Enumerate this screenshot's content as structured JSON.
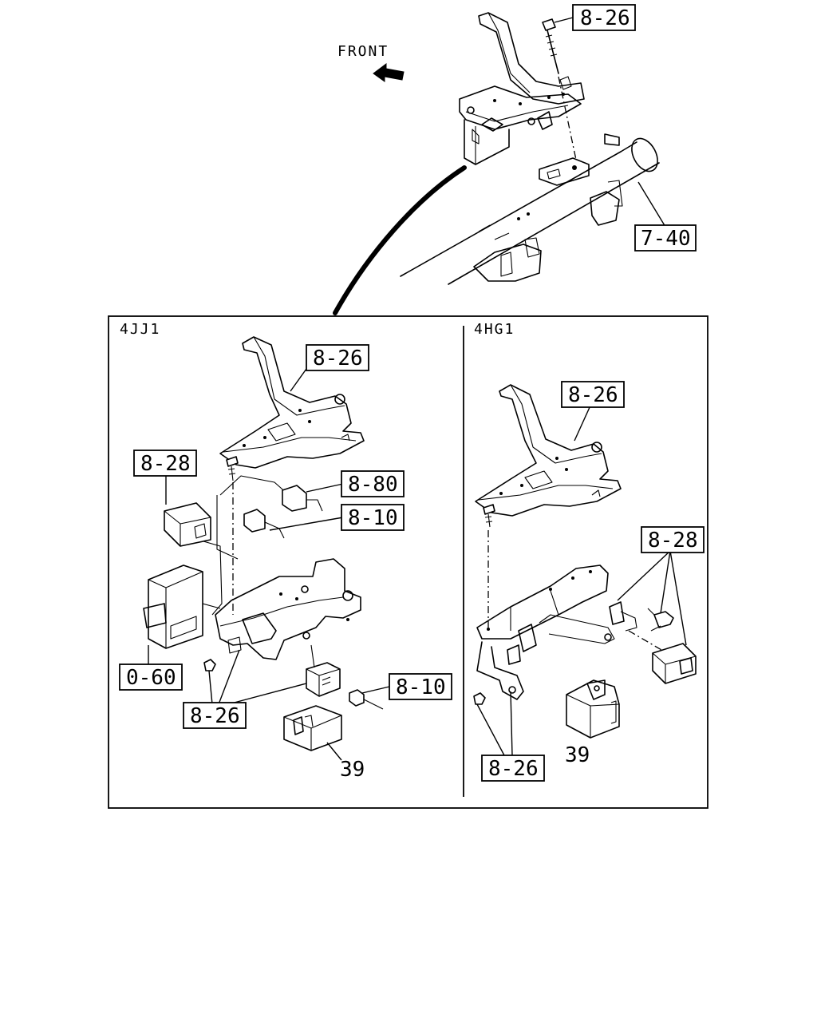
{
  "header": {
    "front_label": "FRONT"
  },
  "top_assembly": {
    "labels": {
      "bolt_callout": "8-26",
      "frame_callout": "7-40"
    }
  },
  "panel_4jj1": {
    "title": "4JJ1",
    "labels": {
      "bracket": "8-26",
      "relay_left": "8-28",
      "connector_a": "8-80",
      "connector_b": "8-10",
      "control_unit": "0-60",
      "fasteners": "8-26",
      "connector_c": "8-10",
      "cover": "39"
    }
  },
  "panel_4hg1": {
    "title": "4HG1",
    "labels": {
      "bracket": "8-26",
      "relay": "8-28",
      "fasteners": "8-26",
      "cover": "39"
    }
  }
}
